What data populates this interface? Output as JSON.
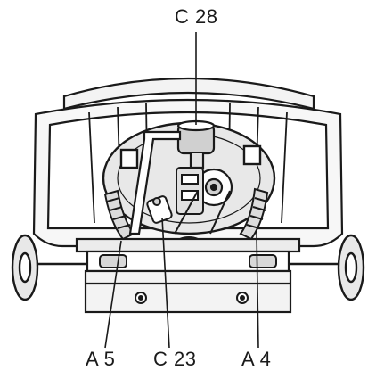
{
  "labels": {
    "top": "C 28",
    "bottom_left": "A 5",
    "bottom_center": "C 23",
    "bottom_right": "A 4"
  },
  "colors": {
    "line": "#1a1a1a",
    "housing": "#ececec",
    "hood": "#f3f3f3",
    "component": "#d0d0d0",
    "highlight": "#ffffff"
  }
}
